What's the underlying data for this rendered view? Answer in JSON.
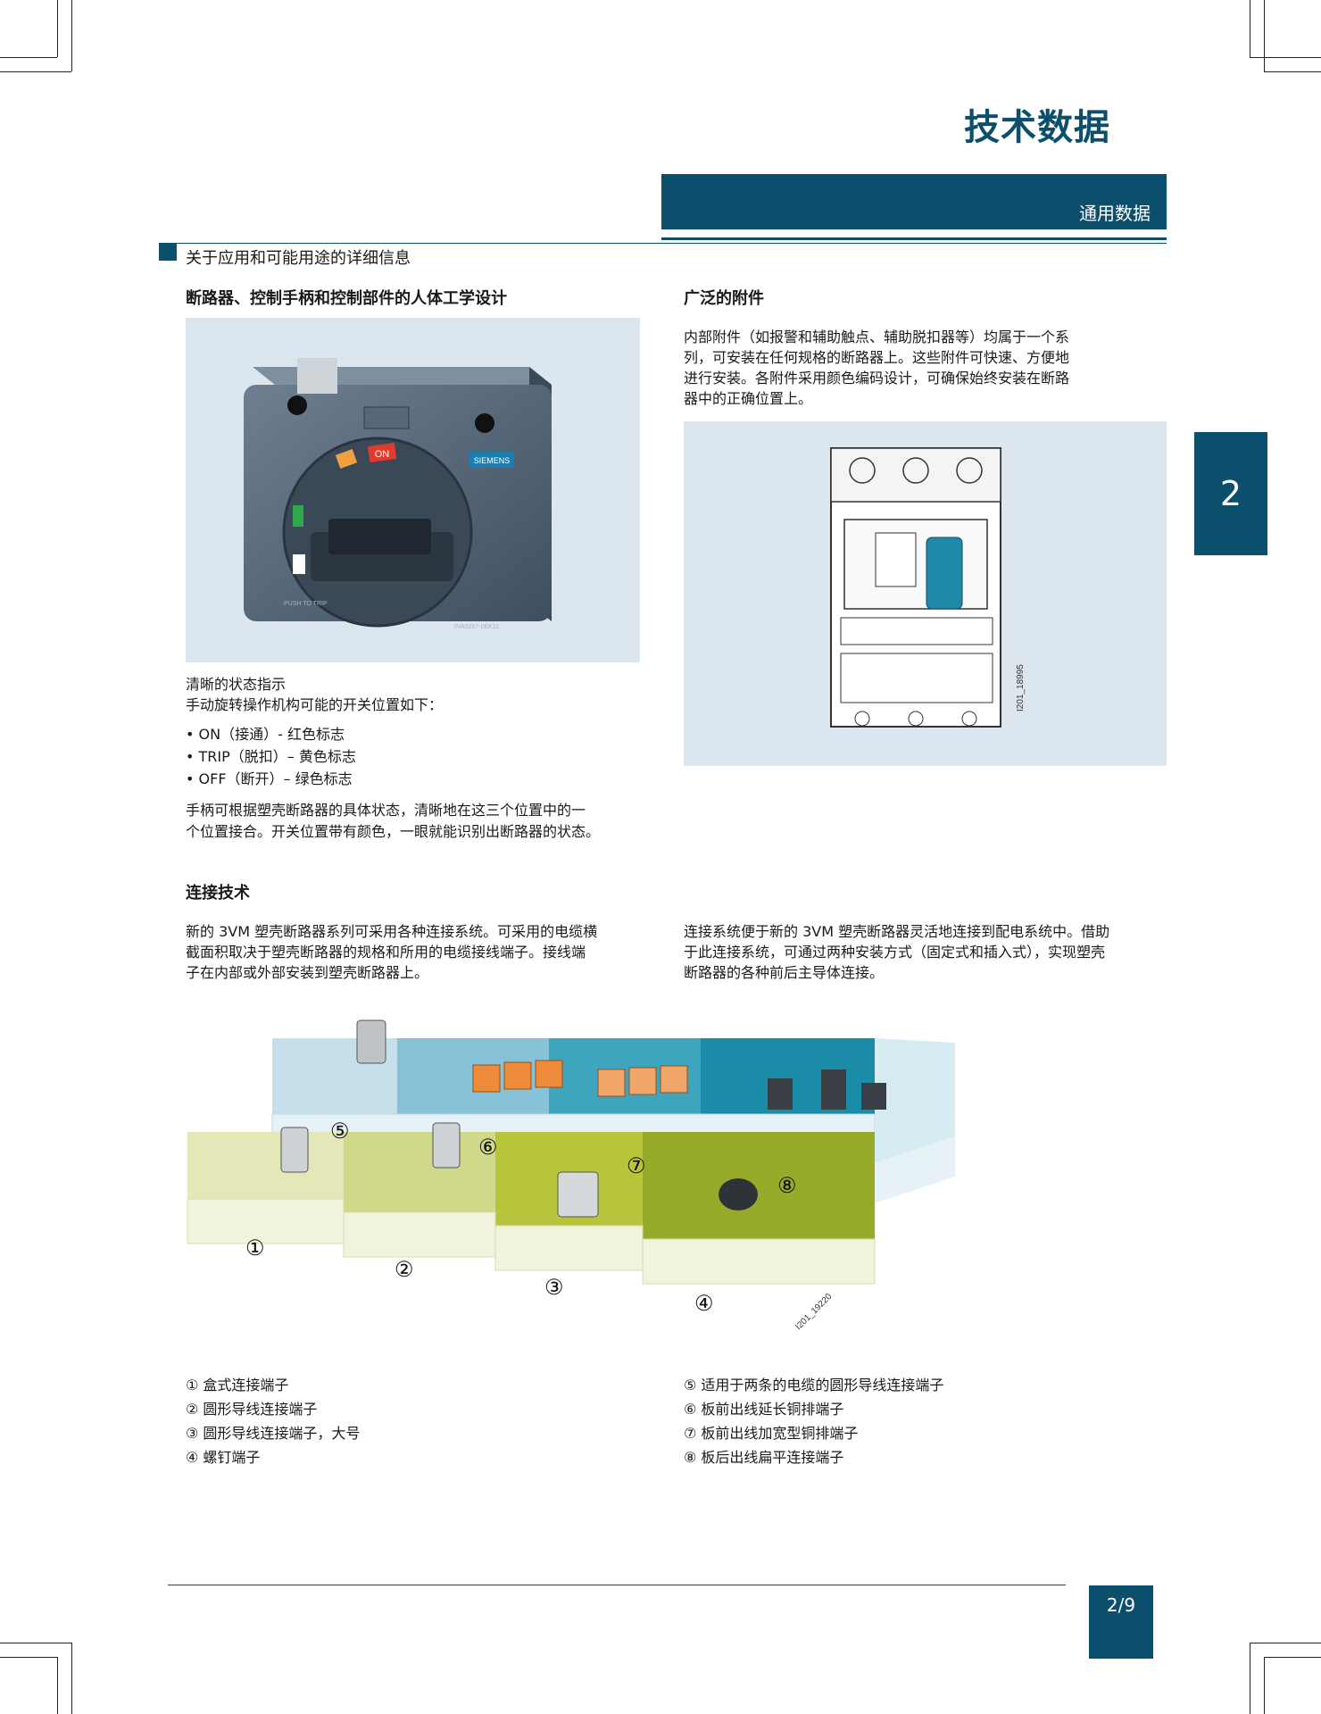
{
  "header": {
    "title": "技术数据",
    "subtitle": "通用数据",
    "chapter": "2"
  },
  "section": {
    "heading": "关于应用和可能用途的详细信息"
  },
  "left_col": {
    "heading": "断路器、控制手柄和控制部件的人体工学设计",
    "image": {
      "brand": "SIEMENS",
      "on_label": "ON",
      "bottom_left": "PUSH TO TRIP",
      "bottom_right": "3VA9267-0EK11"
    },
    "status_title": "清晰的状态指示",
    "status_intro": "手动旋转操作机构可能的开关位置如下：",
    "bullets": [
      "ON（接通）- 红色标志",
      "TRIP（脱扣）– 黄色标志",
      "OFF（断开）– 绿色标志"
    ],
    "para_line1": "手柄可根据塑壳断路器的具体状态，清晰地在这三个位置中的一",
    "para_line2": "个位置接合。开关位置带有颜色，一眼就能识别出断路器的状态。"
  },
  "right_col": {
    "heading": "广泛的附件",
    "para_lines": [
      "内部附件（如报警和辅助触点、辅助脱扣器等）均属于一个系",
      "列，可安装在任何规格的断路器上。这些附件可快速、方便地",
      "进行安装。各附件采用颜色编码设计，可确保始终安装在断路",
      "器中的正确位置上。"
    ],
    "image_id": "I201_18995"
  },
  "connection": {
    "heading": "连接技术",
    "left_lines": [
      "新的 3VM 塑壳断路器系列可采用各种连接系统。可采用的电缆横",
      "截面积取决于塑壳断路器的规格和所用的电缆接线端子。接线端",
      "子在内部或外部安装到塑壳断路器上。"
    ],
    "right_lines": [
      "连接系统便于新的 3VM 塑壳断路器灵活地连接到配电系统中。借助",
      "于此连接系统，可通过两种安装方式（固定式和插入式），实现塑壳",
      "断路器的各种前后主导体连接。"
    ],
    "image_id": "I201_19220",
    "numbers": [
      "①",
      "②",
      "③",
      "④",
      "⑤",
      "⑥",
      "⑦",
      "⑧"
    ],
    "legend_left": [
      "① 盒式连接端子",
      "② 圆形导线连接端子",
      "③ 圆形导线连接端子，大号",
      "④ 螺钉端子"
    ],
    "legend_right": [
      "⑤ 适用于两条的电缆的圆形导线连接端子",
      "⑥ 板前出线延长铜排端子",
      "⑦ 板前出线加宽型铜排端子",
      "⑧ 板后出线扁平连接端子"
    ]
  },
  "footer": {
    "page": "2/9"
  },
  "colors": {
    "brand_blue": "#0c4f6c",
    "panel_bg": "#dce6ee"
  }
}
